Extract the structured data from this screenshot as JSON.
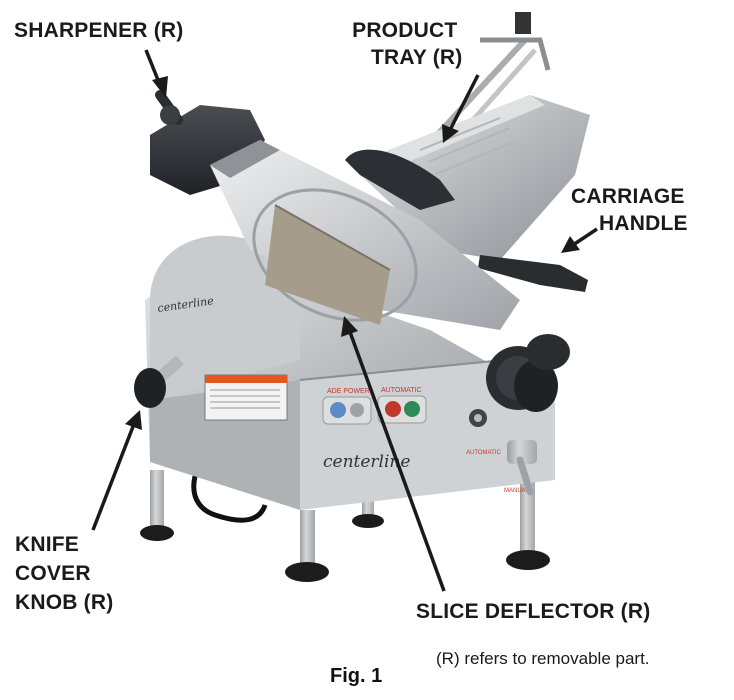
{
  "labels": {
    "sharpener": "SHARPENER (R)",
    "product_tray_line1": "PRODUCT",
    "product_tray_line2": "TRAY (R)",
    "carriage_handle_line1": "CARRIAGE",
    "carriage_handle_line2": "HANDLE",
    "knife_cover_line1": "KNIFE",
    "knife_cover_line2": "COVER",
    "knife_cover_line3": "KNOB (R)",
    "slice_deflector": "SLICE DEFLECTOR (R)"
  },
  "footnote": "(R) refers to removable part.",
  "caption": "Fig. 1",
  "machine_text": {
    "brand_side": "centerline",
    "brand_front": "centerline",
    "button_left": "ADE POWER",
    "button_right": "AUTOMATIC",
    "small_label": "AUTOMATIC",
    "small_label_2": "MANUAL"
  },
  "colors": {
    "body_metal": "#b9bcbf",
    "dark_parts": "#2c2f33",
    "arrow": "#1a1a1a"
  }
}
